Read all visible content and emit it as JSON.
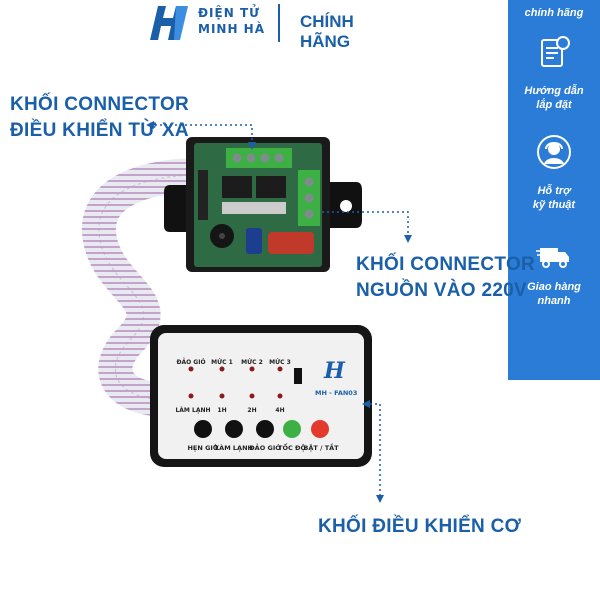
{
  "brand": {
    "line1": "ĐIỆN TỬ",
    "line2": "MINH HÀ",
    "tagline": "CHÍNH HÃNG"
  },
  "sidebar": {
    "top_text": "chính hãng",
    "items": [
      {
        "label_1": "Hướng dẫn",
        "label_2": "lắp đặt",
        "icon": "document-bulb-icon"
      },
      {
        "label_1": "Hỗ trợ",
        "label_2": "kỹ thuật",
        "icon": "support-agent-icon"
      },
      {
        "label_1": "Giao hàng",
        "label_2": "nhanh",
        "icon": "delivery-truck-icon"
      }
    ]
  },
  "labels": {
    "remote_1": "KHỐI CONNECTOR",
    "remote_2": "ĐIỀU KHIỂN TỪ XA",
    "power_1": "KHỐI CONNECTOR",
    "power_2": "NGUỒN VÀO 220V",
    "mechanical": "KHỐI ĐIỀU KHIỂN CƠ"
  },
  "panel": {
    "logo": "H",
    "model": "MH - FAN03",
    "led_row1": [
      "ĐẢO GIÓ",
      "MỨC 1",
      "MỨC 2",
      "MỨC 3"
    ],
    "led_row2": [
      "LÀM LẠNH",
      "1H",
      "2H",
      "4H"
    ],
    "buttons": [
      "HẸN GIỜ",
      "LÀM LẠNH",
      "ĐẢO GIÓ",
      "TỐC ĐỘ",
      "BẬT / TẮT"
    ]
  },
  "colors": {
    "brand_blue": "#1a5fa8",
    "sidebar_blue": "#2a7cd6",
    "pcb_green": "#2e6b45",
    "button_green": "#3cb043",
    "button_red": "#e23b2e"
  }
}
